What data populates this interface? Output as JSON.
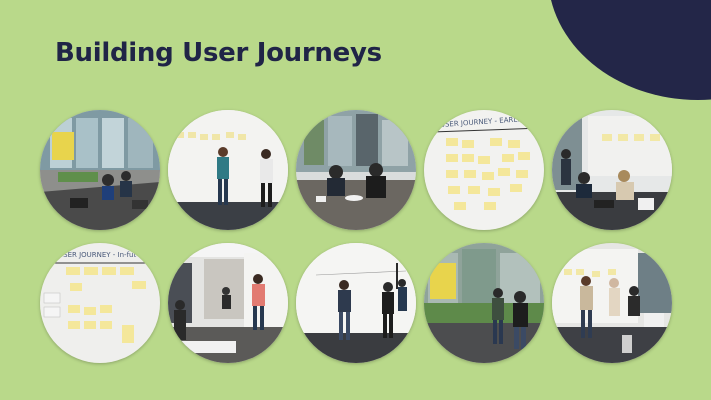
{
  "slide": {
    "title": "Building User Journeys",
    "background_color": "#b9d98a",
    "title_color": "#202447",
    "accent_shape_color": "#232648"
  },
  "photos": [
    {
      "scene": "team-seated-at-table-with-laptops"
    },
    {
      "scene": "two-people-posting-notes-on-whiteboard"
    },
    {
      "scene": "people-seated-at-table-by-window"
    },
    {
      "scene": "close-up-user-journey-sticky-note-wall"
    },
    {
      "scene": "team-working-at-table-in-office"
    },
    {
      "scene": "close-up-user-journey-board-with-notes"
    },
    {
      "scene": "man-writing-on-whiteboard"
    },
    {
      "scene": "people-mapping-journey-on-whiteboard"
    },
    {
      "scene": "people-at-window-with-sticky-notes"
    },
    {
      "scene": "team-standing-at-whiteboard-wall"
    }
  ],
  "handwritten": {
    "board_a": "USER JOURNEY - EARLY F",
    "board_b": "USER JOURNEY - In-fut"
  }
}
